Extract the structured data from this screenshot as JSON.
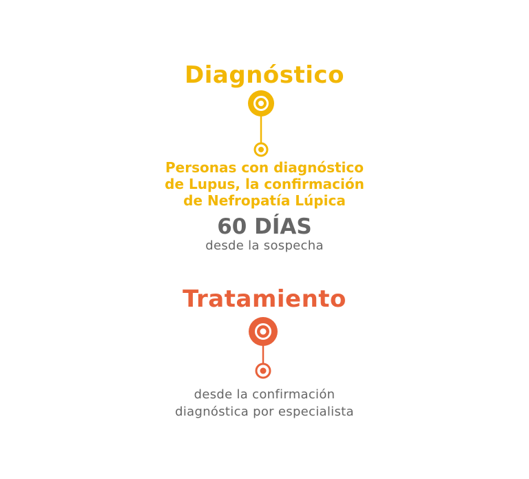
{
  "colors": {
    "diagnostico": "#F2B705",
    "tratamiento": "#E8613A",
    "gray_text": "#666666"
  },
  "diagnostico": {
    "title": "Diagnóstico",
    "description_lines": [
      "Personas con diagnóstico",
      "de Lupus, la confirmación",
      "de Nefropatía Lúpica"
    ],
    "duration": "60 DÍAS",
    "duration_note": "desde la sospecha"
  },
  "tratamiento": {
    "title": "Tratamiento",
    "note_lines": [
      "desde la confirmación",
      "diagnóstica por especialista"
    ]
  }
}
